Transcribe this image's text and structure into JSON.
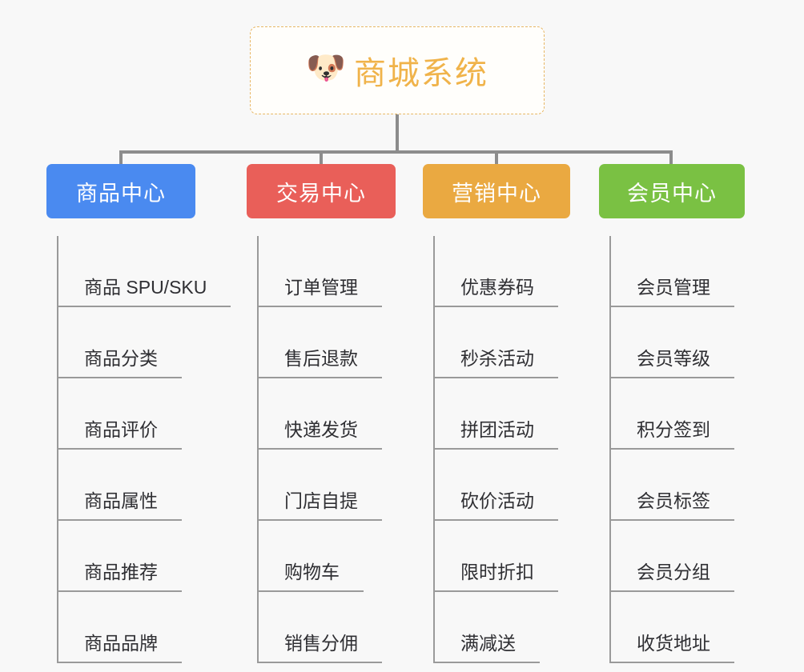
{
  "root": {
    "icon": "shiba-dog-face-emoji",
    "emoji": "🐶",
    "title": "商城系统",
    "title_color": "#f0b34a",
    "border_color": "#e8b765"
  },
  "colors": {
    "background": "#f8f8f8",
    "connector": "#8c8c8c",
    "leaf_rule": "#9a9a9a",
    "leaf_text": "#2f2f33"
  },
  "columns": [
    {
      "id": "product-center",
      "label": "商品中心",
      "color": "#4a8af0",
      "items": [
        {
          "label": "商品 SPU/SKU"
        },
        {
          "label": "商品分类"
        },
        {
          "label": "商品评价"
        },
        {
          "label": "商品属性"
        },
        {
          "label": "商品推荐"
        },
        {
          "label": "商品品牌"
        }
      ]
    },
    {
      "id": "trade-center",
      "label": "交易中心",
      "color": "#e95f59",
      "items": [
        {
          "label": "订单管理"
        },
        {
          "label": "售后退款"
        },
        {
          "label": "快递发货"
        },
        {
          "label": "门店自提"
        },
        {
          "label": "购物车"
        },
        {
          "label": "销售分佣"
        }
      ]
    },
    {
      "id": "marketing-center",
      "label": "营销中心",
      "color": "#eaa941",
      "items": [
        {
          "label": "优惠券码"
        },
        {
          "label": "秒杀活动"
        },
        {
          "label": "拼团活动"
        },
        {
          "label": "砍价活动"
        },
        {
          "label": "限时折扣"
        },
        {
          "label": "满减送"
        }
      ]
    },
    {
      "id": "member-center",
      "label": "会员中心",
      "color": "#7ac143",
      "items": [
        {
          "label": "会员管理"
        },
        {
          "label": "会员等级"
        },
        {
          "label": "积分签到"
        },
        {
          "label": "会员标签"
        },
        {
          "label": "会员分组"
        },
        {
          "label": "收货地址"
        }
      ]
    }
  ]
}
